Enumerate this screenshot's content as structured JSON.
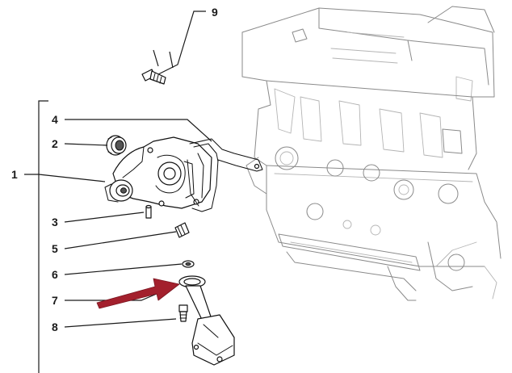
{
  "callouts": [
    {
      "number": "1"
    },
    {
      "number": "2"
    },
    {
      "number": "3"
    },
    {
      "number": "4"
    },
    {
      "number": "5"
    },
    {
      "number": "6"
    },
    {
      "number": "7"
    },
    {
      "number": "8"
    },
    {
      "number": "9"
    }
  ],
  "colors": {
    "arrow": "#a3202d",
    "line_art": "#111111",
    "engine_sketch": "#8a8a8a",
    "background": "#ffffff"
  }
}
